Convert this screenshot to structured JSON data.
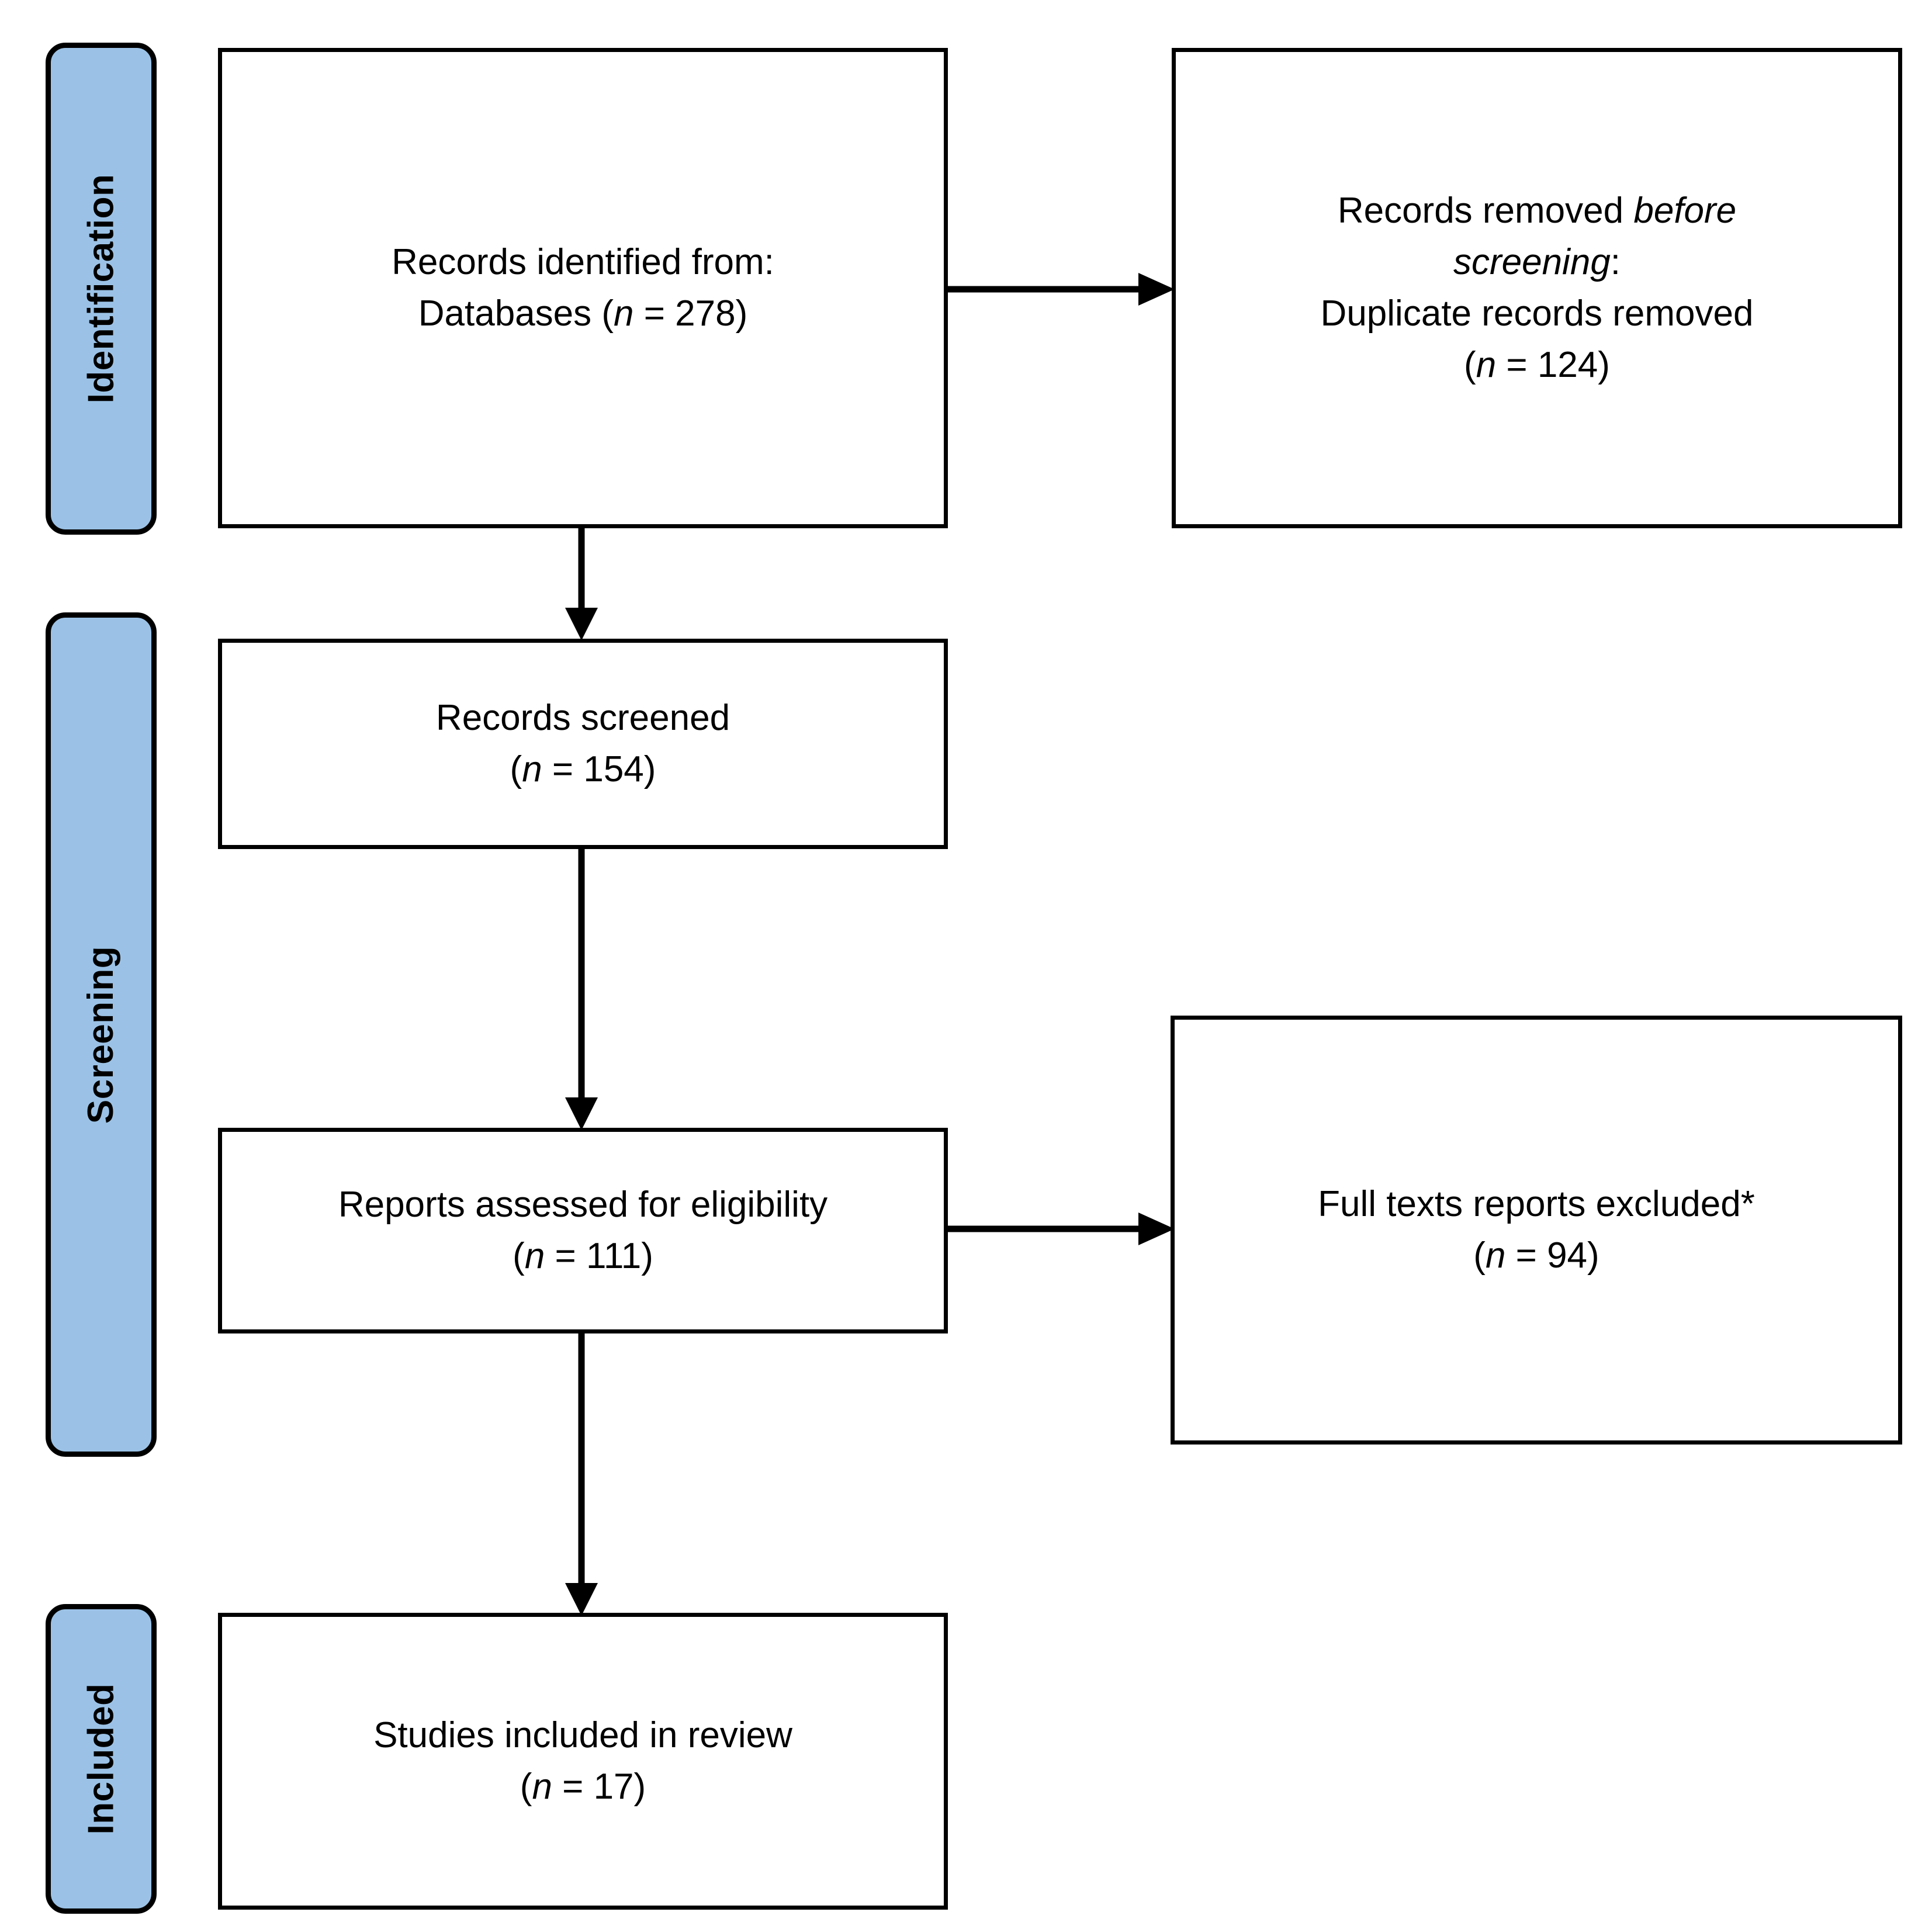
{
  "diagram": {
    "type": "prisma-flow-diagram",
    "accent_color": "#9BC2E6",
    "line_color": "#000000",
    "background_color": "#FFFFFF"
  },
  "stages": [
    {
      "id": "identification",
      "label": "Identification"
    },
    {
      "id": "screening",
      "label": "Screening"
    },
    {
      "id": "included",
      "label": "Included"
    }
  ],
  "boxes": {
    "records_identified": {
      "line1": "Records identified from:",
      "line2_prefix": "Databases (",
      "line2_italic": "n",
      "line2_suffix": " = 278)"
    },
    "records_removed": {
      "line1_prefix": "Records removed ",
      "line1_italic": "before",
      "line2_italic": "screening",
      "line2_suffix": ":",
      "line3": "Duplicate records removed",
      "line4_prefix": "(",
      "line4_italic": "n",
      "line4_suffix": " = 124)"
    },
    "records_screened": {
      "line1": "Records screened",
      "line2_prefix": "(",
      "line2_italic": "n",
      "line2_suffix": " = 154)"
    },
    "reports_assessed": {
      "line1": "Reports assessed for eligibility",
      "line2_prefix": "(",
      "line2_italic": "n",
      "line2_suffix": " = 111)"
    },
    "full_texts_excluded": {
      "line1": "Full texts reports excluded*",
      "line2_prefix": "(",
      "line2_italic": "n",
      "line2_suffix": " = 94)"
    },
    "studies_included": {
      "line1": "Studies included in review",
      "line2_prefix": "(",
      "line2_italic": "n",
      "line2_suffix": " = 17)"
    }
  },
  "chart_data": {
    "type": "diagram",
    "title": "PRISMA flow diagram",
    "nodes": [
      {
        "id": "records_identified",
        "stage": "Identification",
        "label": "Records identified from: Databases",
        "n": 278
      },
      {
        "id": "records_removed",
        "stage": "Identification",
        "label": "Records removed before screening: Duplicate records removed",
        "n": 124
      },
      {
        "id": "records_screened",
        "stage": "Screening",
        "label": "Records screened",
        "n": 154
      },
      {
        "id": "reports_assessed",
        "stage": "Screening",
        "label": "Reports assessed for eligibility",
        "n": 111
      },
      {
        "id": "full_texts_excluded",
        "stage": "Screening",
        "label": "Full texts reports excluded*",
        "n": 94
      },
      {
        "id": "studies_included",
        "stage": "Included",
        "label": "Studies included in review",
        "n": 17
      }
    ],
    "edges": [
      {
        "from": "records_identified",
        "to": "records_removed",
        "direction": "right"
      },
      {
        "from": "records_identified",
        "to": "records_screened",
        "direction": "down"
      },
      {
        "from": "records_screened",
        "to": "reports_assessed",
        "direction": "down"
      },
      {
        "from": "reports_assessed",
        "to": "full_texts_excluded",
        "direction": "right"
      },
      {
        "from": "reports_assessed",
        "to": "studies_included",
        "direction": "down"
      }
    ]
  }
}
